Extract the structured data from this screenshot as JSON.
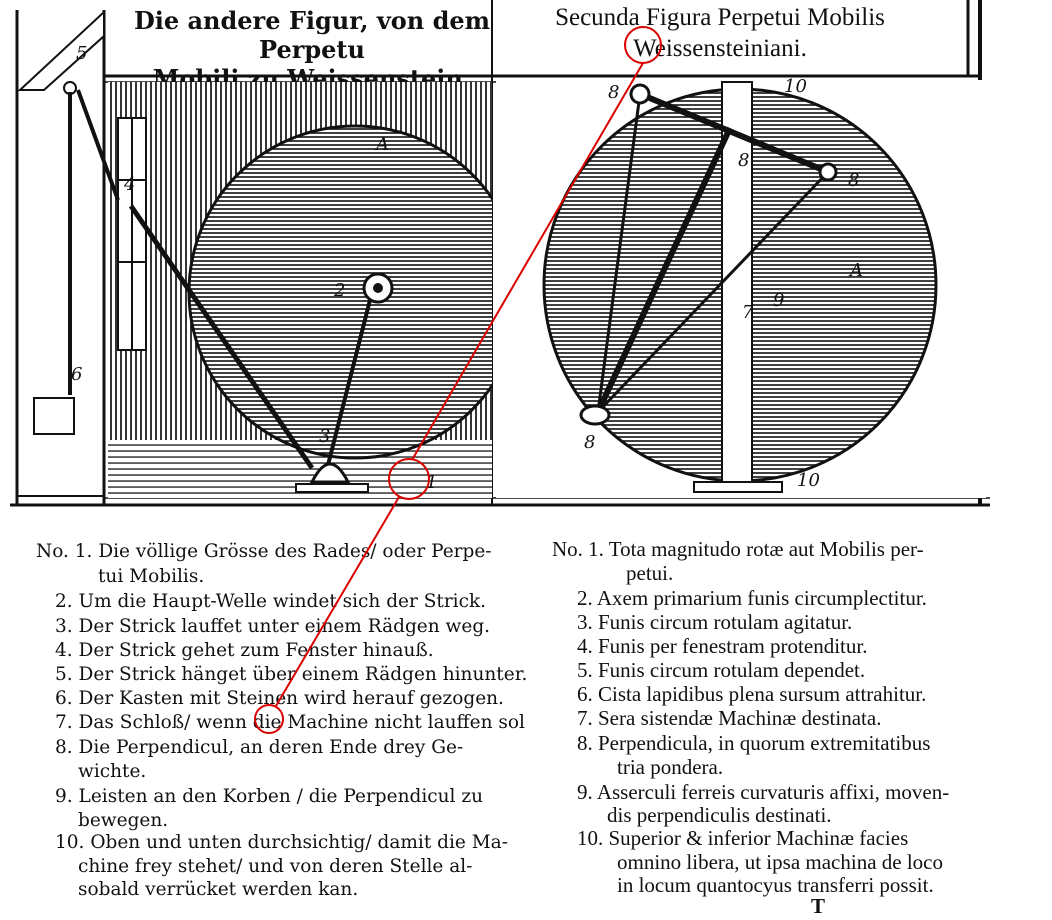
{
  "titles": {
    "german": [
      "Die andere Figur, von dem Perpetu",
      "Mobili zu Weissenstein."
    ],
    "latin": [
      "Secunda Figura Perpetui Mobilis",
      "Weissensteiniani."
    ]
  },
  "figure_labels": {
    "left": {
      "n1": "1",
      "n2": "2",
      "n3": "3",
      "n4": "4",
      "n5": "5",
      "n6": "6",
      "top": "A"
    },
    "right": {
      "n8a": "8",
      "n10a": "10",
      "n8b": "8",
      "n8c": "8",
      "n9": "9",
      "n7": "7",
      "n8d": "8",
      "n10b": "10",
      "wheel": "A"
    }
  },
  "legend_german": [
    {
      "num": "No. 1.",
      "lines": [
        "Die völlige Grösse des Rades/ oder Perpe-",
        "tui Mobilis."
      ]
    },
    {
      "num": "2.",
      "lines": [
        "Um die Haupt-Welle windet sich der Strick."
      ]
    },
    {
      "num": "3.",
      "lines": [
        "Der Strick lauffet unter einem Rädgen weg."
      ]
    },
    {
      "num": "4.",
      "lines": [
        "Der Strick gehet zum Fenster hinauß."
      ]
    },
    {
      "num": "5.",
      "lines": [
        "Der Strick hänget über einem Rädgen hinunter."
      ]
    },
    {
      "num": "6.",
      "lines": [
        "Der Kasten mit Steinen wird herauf gezogen."
      ]
    },
    {
      "num": "7.",
      "lines": [
        "Das Schloß/ wenn die Machine nicht lauffen sol"
      ]
    },
    {
      "num": "8.",
      "lines": [
        "Die Perpendicul, an deren Ende drey Ge-",
        "wichte."
      ]
    },
    {
      "num": "9.",
      "lines": [
        "Leisten an den Korben / die Perpendicul zu",
        "bewegen."
      ]
    },
    {
      "num": "10.",
      "lines": [
        "Oben und unten durchsichtig/ damit die Ma-",
        "chine frey stehet/ und von deren Stelle al-",
        "sobald verrücket werden kan."
      ]
    }
  ],
  "legend_latin": [
    {
      "num": "No. 1.",
      "lines": [
        "Tota magnitudo rotæ aut Mobilis per-",
        "petui."
      ]
    },
    {
      "num": "2.",
      "lines": [
        "Axem primarium funis circumplectitur."
      ]
    },
    {
      "num": "3.",
      "lines": [
        "Funis circum rotulam agitatur."
      ]
    },
    {
      "num": "4.",
      "lines": [
        "Funis per fenestram protenditur."
      ]
    },
    {
      "num": "5.",
      "lines": [
        "Funis circum rotulam dependet."
      ]
    },
    {
      "num": "6.",
      "lines": [
        "Cista lapidibus plena sursum attrahitur."
      ]
    },
    {
      "num": "7.",
      "lines": [
        "Sera sistendæ Machinæ destinata."
      ]
    },
    {
      "num": "8.",
      "lines": [
        "Perpendicula, in quorum extremitatibus",
        "tria pondera."
      ]
    },
    {
      "num": "9.",
      "lines": [
        "Asserculi ferreis curvaturis affixi, moven-",
        "dis perpendiculis destinati."
      ]
    },
    {
      "num": "10.",
      "lines": [
        "Superior & inferior Machinæ facies",
        "omnino libera, ut ipsa machina de loco",
        "in locum quantocyus transferri possit."
      ]
    }
  ],
  "signature_mark": "T",
  "annotation_color": "#d90000"
}
